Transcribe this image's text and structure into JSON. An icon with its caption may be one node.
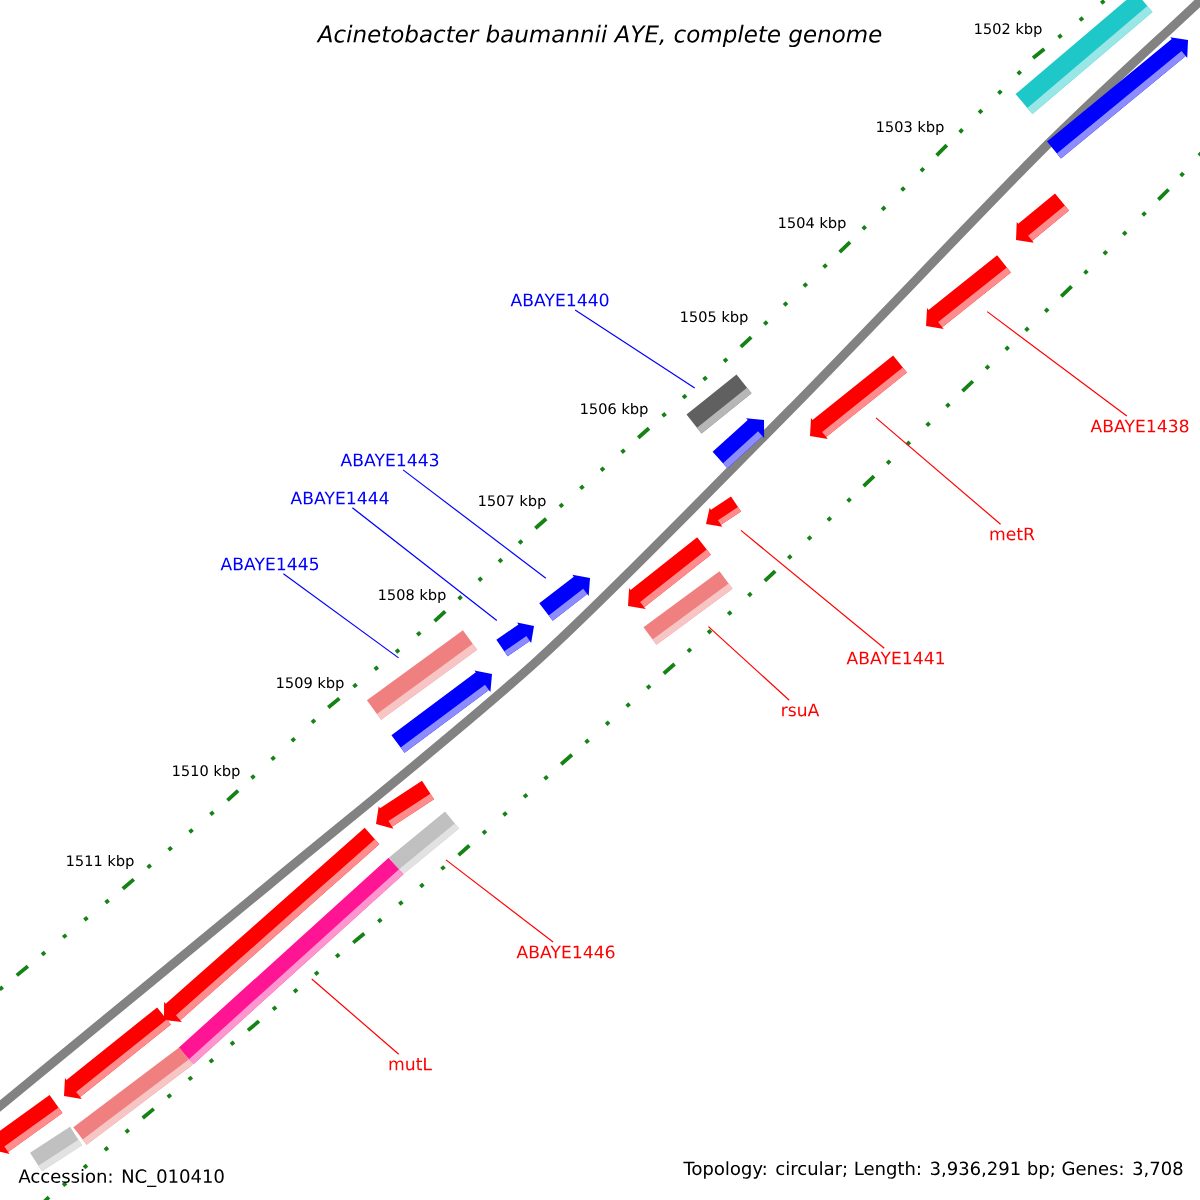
{
  "diagram": {
    "title": "Acinetobacter baumannii AYE, complete genome",
    "nodes": [
      {
        "text": [
          "ABAYE1440"
        ]
      },
      {
        "text": [
          "ABAYE1438"
        ]
      },
      {
        "text": [
          "ABAYE1443"
        ]
      },
      {
        "text": [
          "ABAYE1444"
        ]
      },
      {
        "text": [
          "metR"
        ]
      },
      {
        "text": [
          "ABAYE1445"
        ]
      },
      {
        "text": [
          "ABAYE1441"
        ]
      },
      {
        "text": [
          "rsuA"
        ]
      },
      {
        "text": [
          "ABAYE1446"
        ]
      },
      {
        "text": [
          "mutL"
        ]
      },
      {
        "text": [],
        "shape": "bar"
      },
      {
        "text": [],
        "shape": "bar"
      },
      {
        "text": [],
        "shape": "bar"
      },
      {
        "text": [],
        "shape": "bar"
      },
      {
        "text": [],
        "shape": "bar"
      },
      {
        "text": [],
        "shape": "bar"
      },
      {
        "text": [],
        "shape": "bar"
      },
      {
        "text": [],
        "shape": "bar"
      },
      {
        "text": [],
        "shape": "bar"
      },
      {
        "text": [],
        "shape": "bar"
      },
      {
        "text": [],
        "shape": "bar"
      },
      {
        "text": [],
        "shape": "bar"
      },
      {
        "text": [],
        "shape": "bar"
      },
      {
        "text": [],
        "shape": "bar"
      },
      {
        "text": [],
        "shape": "bar"
      },
      {
        "text": [],
        "shape": "bar"
      },
      {
        "text": [],
        "shape": "bar"
      },
      {
        "text": [],
        "shape": "bar"
      },
      {
        "text": [],
        "shape": "bar"
      },
      {
        "text": [],
        "shape": "bar"
      },
      {
        "text": [],
        "shape": "bar"
      },
      {
        "text": [],
        "shape": "bar"
      }
    ],
    "edges": [
      {
        "from": 0,
        "to": 15,
        "arrow": "none",
        "color": "#0000ff"
      },
      {
        "from": 1,
        "to": 13,
        "arrow": "none",
        "color": "#ff0000"
      },
      {
        "from": 2,
        "to": 19,
        "arrow": "none",
        "color": "#0000ff"
      },
      {
        "from": 3,
        "to": 21,
        "arrow": "none",
        "color": "#0000ff"
      },
      {
        "from": 4,
        "to": 14,
        "arrow": "none",
        "color": "#ff0000"
      },
      {
        "from": 5,
        "to": 22,
        "arrow": "none",
        "color": "#0000ff"
      },
      {
        "from": 6,
        "to": 17,
        "arrow": "none",
        "color": "#ff0000"
      },
      {
        "from": 7,
        "to": 20,
        "arrow": "none",
        "color": "#ff0000"
      },
      {
        "from": 8,
        "to": 25,
        "arrow": "none",
        "color": "#ff0000"
      },
      {
        "from": 9,
        "to": 27,
        "arrow": "none",
        "color": "#ff0000"
      }
    ],
    "labels": [
      "1502 kbp",
      "1503 kbp",
      "1504 kbp",
      "1505 kbp",
      "1506 kbp",
      "1507 kbp",
      "1508 kbp",
      "1509 kbp",
      "1510 kbp",
      "1511 kbp",
      "Accession: NC_010410",
      "Topology: circular; Length: 3,936,291 bp; Genes: 3,708"
    ]
  }
}
